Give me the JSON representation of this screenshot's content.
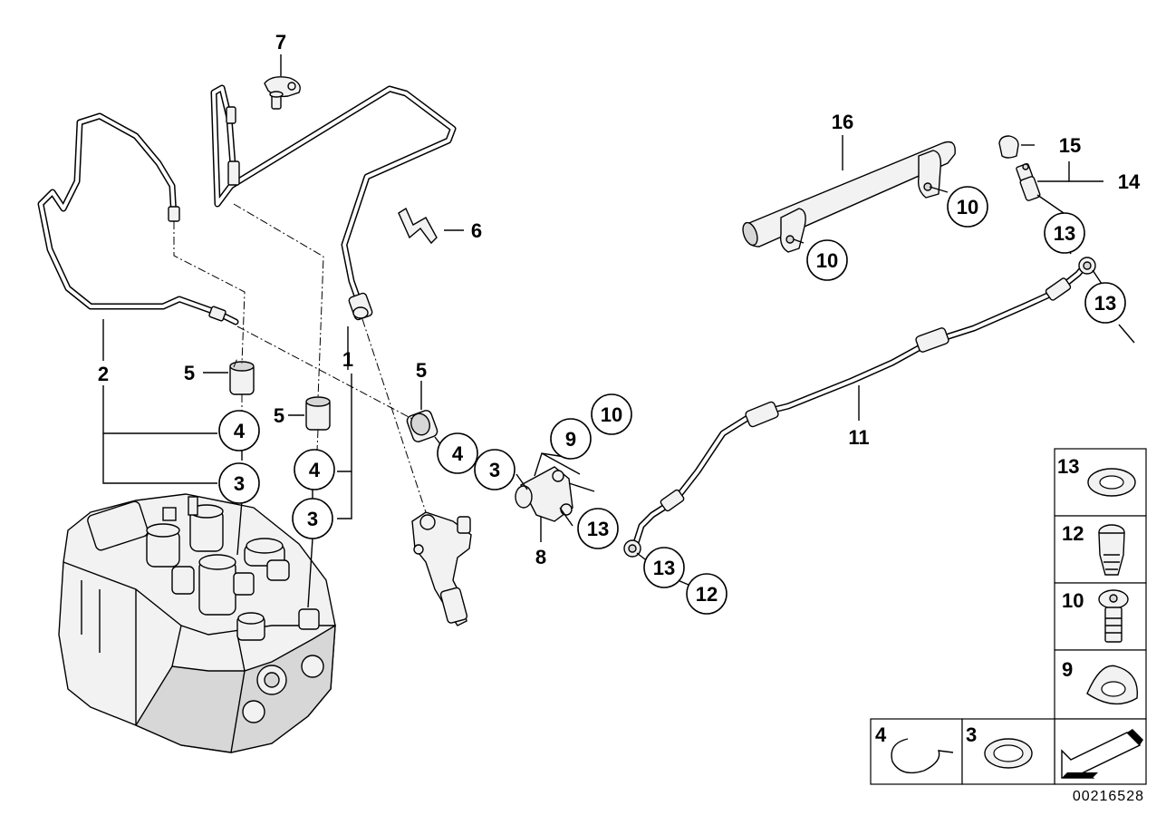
{
  "diagram": {
    "catalog_number": "00216528",
    "callouts": {
      "c1": "1",
      "c2": "2",
      "c3a": "3",
      "c3b": "3",
      "c3c": "3",
      "c4a": "4",
      "c4b": "4",
      "c4c": "4",
      "c5a": "5",
      "c5b": "5",
      "c5c": "5",
      "c6": "6",
      "c7": "7",
      "c8": "8",
      "c9": "9",
      "c10a": "10",
      "c10b": "10",
      "c10c": "10",
      "c11": "11",
      "c12": "12",
      "c13a": "13",
      "c13b": "13",
      "c13c": "13",
      "c13d": "13",
      "c14": "14",
      "c15": "15",
      "c16": "16"
    },
    "legend": {
      "r13": "13",
      "r12": "12",
      "r10": "10",
      "r9": "9",
      "r4": "4",
      "r3": "3"
    }
  }
}
